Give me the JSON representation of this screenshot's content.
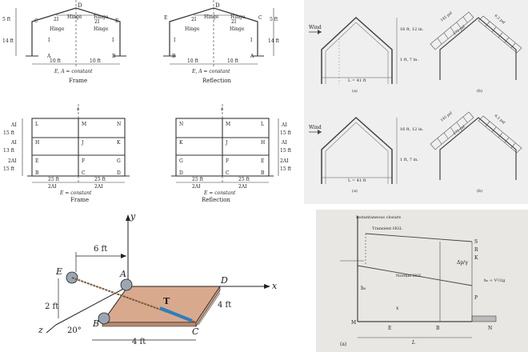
{
  "frames_top": {
    "left": {
      "apex": "D",
      "hinge_left": "Hinge",
      "hinge_right": "Hinge",
      "rafter_i_left": "2I",
      "rafter_i_right": "2I",
      "col_i_left": "I",
      "col_i_right": "I",
      "node_c": "C",
      "node_e": "E",
      "node_a": "A",
      "node_b": "B",
      "dim_5ft": "5 ft",
      "dim_14ft": "14 ft",
      "span_left": "10 ft",
      "span_right": "10 ft",
      "note": "E, A = constant",
      "caption": "Frame"
    },
    "right": {
      "apex": "D",
      "hinge_left": "Hinge",
      "hinge_right": "Hinge",
      "rafter_i_left": "2I",
      "rafter_i_right": "2I",
      "col_i_left": "I",
      "col_i_right": "I",
      "node_e": "E",
      "node_c": "C",
      "node_b": "B",
      "node_a": "A",
      "dim_5ft": "5 ft",
      "dim_14ft": "14 ft",
      "span_left": "10 ft",
      "span_right": "10 ft",
      "note": "E, A = constant",
      "caption": "Reflection"
    }
  },
  "frames_mid": {
    "left": {
      "axis": "s",
      "nodes": [
        "L",
        "M",
        "N",
        "H",
        "J",
        "K",
        "E",
        "F",
        "G",
        "B",
        "C",
        "D"
      ],
      "dims_left": [
        "AI",
        "15 ft",
        "AI",
        "13 ft",
        "2AI",
        "15 ft"
      ],
      "spans": [
        "25 ft",
        "25 ft"
      ],
      "span_i": [
        "2AI",
        "2AI"
      ],
      "note": "E = constant",
      "caption": "Frame"
    },
    "right": {
      "axis": "s",
      "nodes": [
        "N",
        "M",
        "L",
        "K",
        "J",
        "H",
        "G",
        "F",
        "E",
        "D",
        "C",
        "B"
      ],
      "dims_right": [
        "AI",
        "15 ft",
        "AI",
        "15 ft",
        "2AI",
        "15 ft"
      ],
      "spans": [
        "25 ft",
        "25 ft"
      ],
      "span_i": [
        "2AI",
        "2AI"
      ],
      "note": "E = constant",
      "caption": "Reflection"
    }
  },
  "gable": {
    "wind_label": "Wind",
    "height_top": "16 ft, 12 in.",
    "height_low": "1 ft, 7 in.",
    "span": "L = 41 ft",
    "load_left": "145 psf",
    "load_mid": "175 psf",
    "load_right": "6.2 psf",
    "label_a": "(a)",
    "label_b": "(b)"
  },
  "plate": {
    "y_axis": "y",
    "x_axis": "x",
    "z_axis": "z",
    "dim_6ft": "6 ft",
    "dim_2ft": "2 ft",
    "dim_4ft_side": "4 ft",
    "dim_4ft_bottom": "4 ft",
    "angle": "20°",
    "point_e": "E",
    "point_a": "A",
    "point_b": "B",
    "point_c": "C",
    "point_d": "D",
    "force": "T"
  },
  "hgl": {
    "instant": "Instantaneous closure",
    "transient": "Transient HGL",
    "normal": "Normal HGL",
    "pressure": "Δp/γ",
    "head": "h₀ + V²/2g",
    "h0": "h₀",
    "labels_upper": [
      "S",
      "R",
      "K"
    ],
    "labels_lower": [
      "M",
      "E",
      "B",
      "N",
      "P"
    ],
    "label_x": "x",
    "label_l": "L",
    "panel_label": "(a)"
  },
  "colors": {
    "line": "#333333",
    "plate_fill": "#d9a98e",
    "cable": "#2a7fbf",
    "gray_bg": "#efefef",
    "scan_bg": "#e9e7e3"
  }
}
